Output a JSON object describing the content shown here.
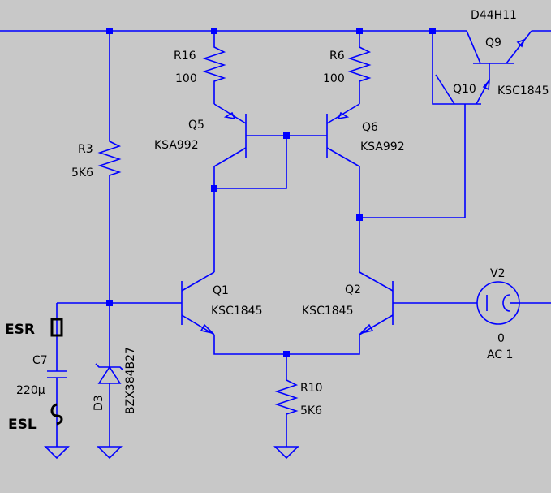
{
  "components": {
    "r16": {
      "ref": "R16",
      "value": "100"
    },
    "r6": {
      "ref": "R6",
      "value": "100"
    },
    "r3": {
      "ref": "R3",
      "value": "5K6"
    },
    "r10": {
      "ref": "R10",
      "value": "5K6"
    },
    "q5": {
      "ref": "Q5",
      "model": "KSA992"
    },
    "q6": {
      "ref": "Q6",
      "model": "KSA992"
    },
    "q1": {
      "ref": "Q1",
      "model": "KSC1845"
    },
    "q2": {
      "ref": "Q2",
      "model": "KSC1845"
    },
    "q9": {
      "ref": "Q9",
      "model": "D44H11"
    },
    "q10": {
      "ref": "Q10",
      "model": "KSC1845"
    },
    "c7": {
      "ref": "C7",
      "value": "220µ"
    },
    "d3": {
      "ref": "D3",
      "model": "BZX384B27"
    },
    "v2": {
      "ref": "V2",
      "value": "0",
      "ac": "AC 1"
    }
  },
  "annotations": {
    "esr": "ESR",
    "esl": "ESL"
  },
  "colors": {
    "background": "#c8c8c8",
    "wire": "#0000ff",
    "annotation": "#000000"
  }
}
